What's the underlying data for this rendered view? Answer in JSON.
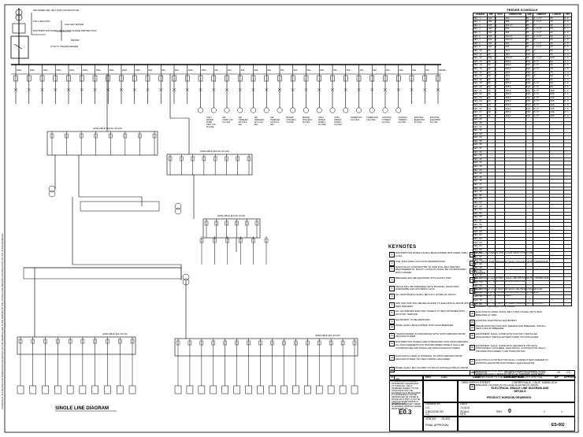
{
  "schedule": {
    "title": "FEEDER SCHEDULE",
    "columns": [
      "FEEDER",
      "AMP",
      "SETS",
      "CONDUCTOR",
      "GND",
      "CONDUIT",
      "LENGTH",
      "VD%"
    ],
    "rows": [
      [
        "SEF-1",
        "100",
        "1",
        "3#1",
        "#6",
        "1-1/2\"",
        "65",
        "0.8"
      ],
      [
        "SEF-2",
        "100",
        "1",
        "3#1",
        "#6",
        "1-1/2\"",
        "70",
        "0.9"
      ],
      [
        "SEF-3",
        "125",
        "1",
        "3#1/0",
        "#6",
        "2\"",
        "80",
        "1.0"
      ],
      [
        "SEF-4",
        "100",
        "1",
        "3#1",
        "#6",
        "1-1/2\"",
        "55",
        "0.7"
      ],
      [
        "SEF-5",
        "100",
        "1",
        "3#1",
        "#6",
        "1-1/2\"",
        "60",
        "0.8"
      ],
      [
        "SEF-6",
        "225",
        "1",
        "4#4/0",
        "#4",
        "2-1/2\"",
        "90",
        "1.1"
      ],
      [
        "SEF-7",
        "200",
        "1",
        "4#3/0",
        "#6",
        "2\"",
        "85",
        "1.0"
      ],
      [
        "SEF-8",
        "100",
        "1",
        "3#1",
        "#6",
        "1-1/2\"",
        "40",
        "0.5"
      ],
      [
        "SEF-9",
        "100",
        "1",
        "3#1",
        "#6",
        "1-1/2\"",
        "45",
        "0.6"
      ],
      [
        "SEF-10",
        "60",
        "1",
        "3#4",
        "#10",
        "1\"",
        "50",
        "0.9"
      ],
      [
        "SEF-11",
        "60",
        "1",
        "3#4",
        "#10",
        "1\"",
        "55",
        "1.0"
      ],
      [
        "SEF-12",
        "400",
        "2",
        "4#3/0",
        "#3",
        "2-1/2\"",
        "110",
        "1.2"
      ],
      [
        "SEF-13",
        "30",
        "1",
        "3#10",
        "#10",
        "3/4\"",
        "60",
        "1.4"
      ],
      [
        "SEF-14",
        "30",
        "1",
        "3#10",
        "#10",
        "3/4\"",
        "65",
        "1.5"
      ],
      [
        "SEF-15",
        "30",
        "1",
        "3#10",
        "#10",
        "3/4\"",
        "70",
        "1.6"
      ],
      [
        "SEF-16",
        "60",
        "1",
        "3#4",
        "#10",
        "1\"",
        "75",
        "1.2"
      ],
      [
        "SEF-17",
        "60",
        "1",
        "3#4",
        "#10",
        "1\"",
        "80",
        "1.3"
      ],
      [
        "SEF-18",
        "60",
        "1",
        "3#4",
        "#10",
        "1\"",
        "85",
        "1.4"
      ],
      [
        "SEF-19",
        "30",
        "1",
        "3#10",
        "#10",
        "3/4\"",
        "90",
        "1.8"
      ],
      [
        "SEF-20",
        "30",
        "1",
        "3#10",
        "#10",
        "3/4\"",
        "95",
        "1.9"
      ],
      [
        "SEF-21",
        "30",
        "1",
        "3#10",
        "#10",
        "3/4\"",
        "100",
        "2.0"
      ],
      [
        "SEF-22",
        "30",
        "1",
        "3#10",
        "#10",
        "3/4\"",
        "105",
        "2.1"
      ],
      [
        "SEF-23",
        "20",
        "1",
        "3#12",
        "#12",
        "3/4\"",
        "110",
        "2.3"
      ],
      [
        "SEF-24",
        "20",
        "1",
        "3#12",
        "#12",
        "3/4\"",
        "115",
        "2.4"
      ],
      [
        "SEF-25",
        "20",
        "1",
        "3#12",
        "#12",
        "3/4\"",
        "120",
        "2.5"
      ],
      [
        "SEF-26",
        "20",
        "1",
        "3#12",
        "#12",
        "3/4\"",
        "125",
        "2.6"
      ],
      [
        "SEF-27",
        "20",
        "1",
        "3#12",
        "#12",
        "3/4\"",
        "130",
        "2.7"
      ],
      [
        "SEF-28",
        "20",
        "1",
        "3#12",
        "#12",
        "3/4\"",
        "135",
        "2.8"
      ],
      [
        "SEF-29",
        "",
        "",
        "",
        "",
        "",
        "",
        ""
      ],
      [
        "SEF-30",
        "",
        "",
        "",
        "",
        "",
        "",
        ""
      ],
      [
        "SEF-31",
        "",
        "",
        "",
        "",
        "",
        "",
        ""
      ],
      [
        "SEF-32",
        "",
        "",
        "",
        "",
        "",
        "",
        ""
      ],
      [
        "SEF-33",
        "",
        "",
        "",
        "",
        "",
        "",
        ""
      ],
      [
        "SEF-34",
        "",
        "",
        "",
        "",
        "",
        "",
        ""
      ],
      [
        "SEF-35",
        "",
        "",
        "",
        "",
        "",
        "",
        ""
      ],
      [
        "SEF-36",
        "",
        "",
        "",
        "",
        "",
        "",
        ""
      ],
      [
        "SEF-37",
        "",
        "",
        "",
        "",
        "",
        "",
        ""
      ],
      [
        "SEF-38",
        "",
        "",
        "",
        "",
        "",
        "",
        ""
      ],
      [
        "SEF-39",
        "",
        "",
        "",
        "",
        "",
        "",
        ""
      ],
      [
        "SEF-40",
        "",
        "",
        "",
        "",
        "",
        "",
        ""
      ],
      [
        "SEF-41",
        "",
        "",
        "",
        "",
        "",
        "",
        ""
      ],
      [
        "SEF-42",
        "",
        "",
        "",
        "",
        "",
        "",
        ""
      ],
      [
        "SEF-43",
        "",
        "",
        "",
        "",
        "",
        "",
        ""
      ],
      [
        "SEF-44",
        "",
        "",
        "",
        "",
        "",
        "",
        ""
      ],
      [
        "SEF-45",
        "",
        "",
        "",
        "",
        "",
        "",
        ""
      ],
      [
        "SEF-46",
        "",
        "",
        "",
        "",
        "",
        "",
        ""
      ],
      [
        "SEF-47",
        "",
        "",
        "",
        "",
        "",
        "",
        ""
      ],
      [
        "SEF-48",
        "",
        "",
        "",
        "",
        "",
        "",
        ""
      ],
      [
        "SEF-49",
        "",
        "",
        "",
        "",
        "",
        "",
        ""
      ],
      [
        "SEF-50",
        "",
        "",
        "",
        "",
        "",
        "",
        ""
      ],
      [
        "SEF-51",
        "",
        "",
        "",
        "",
        "",
        "",
        ""
      ],
      [
        "SEF-52",
        "",
        "",
        "",
        "",
        "",
        "",
        ""
      ],
      [
        "SEF-53",
        "",
        "",
        "",
        "",
        "",
        "",
        ""
      ],
      [
        "SEF-54",
        "",
        "",
        "",
        "",
        "",
        "",
        ""
      ],
      [
        "SEF-55",
        "",
        "",
        "",
        "",
        "",
        "",
        ""
      ],
      [
        "SEF-56",
        "",
        "",
        "",
        "",
        "",
        "",
        ""
      ],
      [
        "SEF-57",
        "",
        "",
        "",
        "",
        "",
        "",
        ""
      ],
      [
        "SEF-58",
        "",
        "",
        "",
        "",
        "",
        "",
        ""
      ],
      [
        "SEF-59",
        "",
        "",
        "",
        "",
        "",
        "",
        ""
      ],
      [
        "SEF-60",
        "",
        "",
        "",
        "",
        "",
        "",
        ""
      ],
      [
        "SEF-61",
        "",
        "",
        "",
        "",
        "",
        "",
        ""
      ],
      [
        "SEF-62",
        "",
        "",
        "",
        "",
        "",
        "",
        ""
      ],
      [
        "SEF-63",
        "",
        "",
        "",
        "",
        "",
        "",
        ""
      ],
      [
        "SEF-64",
        "",
        "",
        "",
        "",
        "",
        "",
        ""
      ],
      [
        "SEF-65",
        "",
        "",
        "",
        "",
        "",
        "",
        ""
      ],
      [
        "SEF-66",
        "",
        "",
        "",
        "",
        "",
        "",
        ""
      ],
      [
        "SEF-67",
        "",
        "",
        "",
        "",
        "",
        "",
        ""
      ],
      [
        "SEF-68",
        "",
        "",
        "",
        "",
        "",
        "",
        ""
      ],
      [
        "SEF-69",
        "",
        "",
        "",
        "",
        "",
        "",
        ""
      ],
      [
        "SEF-70",
        "",
        "",
        "",
        "",
        "",
        "",
        ""
      ],
      [
        "SEF-71",
        "",
        "",
        "",
        "",
        "",
        "",
        ""
      ],
      [
        "SEF-72",
        "",
        "",
        "",
        "",
        "",
        "",
        ""
      ],
      [
        "SEF-73",
        "",
        "",
        "",
        "",
        "",
        "",
        ""
      ],
      [
        "SEF-74",
        "",
        "",
        "",
        "",
        "",
        "",
        ""
      ],
      [
        "SEF-75",
        "",
        "",
        "",
        "",
        "",
        "",
        ""
      ],
      [
        "SEF-76",
        "",
        "",
        "",
        "",
        "",
        "",
        ""
      ],
      [
        "SEF-77",
        "",
        "",
        "",
        "",
        "",
        "",
        ""
      ],
      [
        "SEF-78",
        "",
        "",
        "",
        "",
        "",
        "",
        ""
      ],
      [
        "SEF-79",
        "",
        "",
        "",
        "",
        "",
        "",
        ""
      ],
      [
        "SEF-80",
        "",
        "",
        "",
        "",
        "",
        "",
        ""
      ]
    ]
  },
  "keynotes": {
    "title": "KEYNOTES",
    "items": [
      {
        "n": "1",
        "text": "DISTRIBUTION PANELS SHALL BE EQUIPPED WITH FEED THRU LUGS."
      },
      {
        "n": "2",
        "text": "USE INSULATED LUGS FOR TERMINATIONS."
      },
      {
        "n": "3",
        "text": "ELECTRICAL CONTRACTOR TO SIZE PULL BOX PER NEC REQUIREMENTS. EXACT LOCATION SHALL BE COORDINATED WITH OWNER."
      },
      {
        "n": "4",
        "text": "BREAKER WILL BE EQUIPPED WITH SHUNT TRIP."
      },
      {
        "n": "5",
        "text": "SPACE WILL BE PREPARED WITH BUSSING, MOUNTING HARDWARE AND INCOMING LUGS."
      },
      {
        "n": "6",
        "text": "ALL NEW PANELS SHALL BE FULLY RATED AT 42KAIC."
      },
      {
        "n": "7",
        "text": "SPD AND MVB WILL BE RELOCATED TO ELECTRICAL ROOM WITH NEW FEEDERS."
      },
      {
        "n": "8",
        "text": "ALL SCHNEIDER ELECTRIC PANELS TO BE FURNISHED WITH FACTORY SERVICE."
      },
      {
        "n": "9",
        "text": "EQUIPMENT TO BE REMOVED."
      },
      {
        "n": "10",
        "text": "PANEL SHALL BE EQUIPPED WITH MAIN BREAKER."
      },
      {
        "n": "11",
        "text": "TRANSFORMER IS INTEGRATED WITH SWITCHBOARD FROM MANUFACTURER."
      },
      {
        "n": "12",
        "text": "DISTRIBUTION PANELS ARE INTEGRATED INTO SWITCHBOARD. ALL MAIN FEEDERS FOR TRANSFORMER PANELS SHALL BE COORDINATED AND INSTALLED FROM MANUFACTURER."
      },
      {
        "n": "13",
        "text": "ELECTRICAL FEED IS INTERNAL TO SWITCHBOARD FROM MANUFACTURER. NO FIELD WIRING REQUIRED."
      },
      {
        "n": "14",
        "text": "PANEL SHALL BE LOCATED ON 2ND FLOOR ELECTRICAL ROOM."
      },
      {
        "n": "15",
        "text": "PANEL LOCATED IN 4TH FLOOR ALTERNATIVE REMOTE ROOM 415."
      },
      {
        "n": "16",
        "text": "PANEL LOCATED IN 2ND FLOOR WEST ROOM 218."
      },
      {
        "n": "17",
        "text": "ALL SPACE FOR BREAKERS SHALL INCLUDE BUSS HARDWARE."
      },
      {
        "n": "18",
        "text": "DISCONNECT SWITCH SHALL BE EQUIPPED WITH PADLOCKABLE HANDLE."
      },
      {
        "n": "19",
        "text": "ELECTRICAL EQUIPMENT SHALL BE PROVIDED BY OWNER AND INSTALLED BY ELECTRICAL CONTRACTOR."
      },
      {
        "n": "20",
        "text": "ELECTRICAL CONTRACTOR SHALL BE RESPONSIBLE FOR REMOVAL AND STORAGE OF ALL ELECTRICAL PANELS, SWITCHGEAR AND EQUIPMENT."
      },
      {
        "n": "21",
        "text": "ELECTRICAL CONTRACTOR SHALL REMOVE ALL EXISTING CONDUCTORS BACK TO SOURCE."
      },
      {
        "n": "22",
        "text": "ELECTRICAL PANEL SHALL BE A 3 BOLT PANEL WITH 400A BREAKER AT 480V."
      },
      {
        "n": "23",
        "text": "EXISTING ELECTRICAL EQUIPMENT."
      },
      {
        "n": "24",
        "text": "REUSE EXISTING 100A MVF FEEDER AND BREAKER. INSTALL NEW 4-20A 3P BREAKER."
      },
      {
        "n": "25",
        "text": "EQUIPMENT SHALL COME WITH FACTORY INSTALLED DISCONNECT SWITCH EITHER FUSED OR NON-FUSED."
      },
      {
        "n": "26",
        "text": "EQUIPMENT SHALL COME WITH SEPARATE VFD WITH DISCONNECT AVAILABLE. ELECTRICAL CONTRACTOR SHALL PROVIDE DISCONNECT AND PUMP MOTOR."
      },
      {
        "n": "27",
        "text": "ELECTRICAL CONTRACTOR SHALL CONNECT NEW FEEDER TO EXISTING ELEVATOR DISCONNECT AND ELEVATOR."
      },
      {
        "n": "28",
        "text": "ELECTRICAL CONTRACTOR SHALL BE RESPONSIBLE TO NOT ENERGIZE FAULT SENSOR UNTIL ALL FEEDERS HAVE BEEN TESTED PRIOR TO THE EQUIPMENT BEING PUT INTO USE."
      },
      {
        "n": "29",
        "text": "BREAKER LOCATED IN 4TH LEVEL ELECTRICAL ROOM."
      }
    ]
  },
  "diagram": {
    "title": "SINGLE LINE DIAGRAM",
    "utility": "UTILITY TRANSFORMER",
    "meter": "METER",
    "main_labels": [
      "PROVIDED SEL 48-2 FOR CONTRACTOR",
      "PULL SECTION",
      "DISTRIBUTION PANEL WITH TVSS SURGE PROTECTION",
      "CHILLED WATER"
    ],
    "panels": {
      "dp1": "AVAILABLE 3kA SC 20-120",
      "dp2": "AVAILABLE 3kA SC 20-120",
      "dp3": "AVAILABLE 3kA SC 20,52",
      "dp4": "AVAILABLE 3kA 15,012",
      "dp5": "AVAILABLE 3kA 15,012"
    },
    "bus_top_labels": [
      "400A",
      "100A",
      "100A",
      "100A",
      "100A",
      "125A",
      "100A",
      "100A",
      "100A",
      "100A",
      "60A",
      "60A",
      "60A",
      "400A",
      "100A",
      "30A",
      "30A",
      "30A",
      "30A",
      "30A",
      "30A",
      "60A",
      "60A",
      "60A",
      "30A",
      "30A",
      "30A",
      "30A",
      "30A",
      "30A",
      "30A",
      "20A",
      "SPARE"
    ],
    "mech_loads": [
      "CHILL WATER PUMP CWP-1 60 FLA 52A",
      "AIR COMP-1 30 FLA 30A",
      "AIR HANDLER AH-1 FLA 52A",
      "AIR HANDLER AH-2 FLA 52A",
      "AIR HANDLER AH-3 FLA 52A",
      "BOILER CHILLER 1 FLA 52A",
      "BOILER CHILLER 2 FLA 52A",
      "CHILL WATER PUMP 2 FLA 52A",
      "CHILL WATER PUMP 3 FLA 52A",
      "TOWER FAN 1 FLA 52A",
      "TOWER FAN 2 FLA 52A",
      "COOLING TOWER 1 FLA 52A",
      "COOLING TOWER 2 FLA 52A",
      "EXISTING ELEVATOR FLA 40A",
      "EXISTING ELEVATOR FLA 40A"
    ]
  },
  "title_block": {
    "revision_header": [
      "REV",
      "CDC",
      "DATE",
      "DESCRIPTION",
      "BY",
      "APPRVD"
    ],
    "revision_row": [
      "",
      "",
      "09/04/2015",
      "ISSUED FOR CONSTRUCTION",
      "JV",
      "CC"
    ],
    "disclaimer": "THIS DOCUMENT CONTAINS PROPRIETARY INFORMATION OF FORMA INC. AND IS TENDERED SUBJECT TO THE CONDITIONS THAT THE INFORMATION (a) BE RETAINED IN CONFIDENCE (b) NOT BE REPRODUCED OR COPIED IN WHOLE OR IN PART, (c) NOT BE USED OR INCORPORATED IN ANY PRODUCT EXCEPT UNDER AN EXPRESS WRITTEN LICENSE FROM FORMA INC.",
    "address": "4500 NORTH STREET",
    "city": "CHERRYVALE, CALIF. 94608-1019",
    "drawing_title": "ELECTRICAL SINGLE LINE DIAGRAM AND DETAILS",
    "project": "PRODUCT HORIZON DRAWINGS",
    "sheet_label": "SHEET NO.",
    "sheet_no": "E0.3",
    "drawn_by_label": "DRAWN BY",
    "drawn_by": "CC",
    "date_label": "DATE",
    "date": "7/14/15",
    "checked_label": "CHECKED BY",
    "checked": "CC",
    "scale_label": "SCALE",
    "scale": "NTS",
    "job_label": "JOB NO.",
    "job": "15-002",
    "sheet_of": "1",
    "sheet_total": "1",
    "rev_label": "REV",
    "rev": "0",
    "approval_label": "FINAL APPROVAL",
    "code": "ES-002",
    "side_note": "CONDITIONS: ALL PRODUCTION DIMENSIONS AND DETAILS ON THIS DRAWING ARE TO BE VERIFIED BY THE CONTRACTOR BEFORE CONSTRUCTION. DO NOT SCALE DRAWINGS."
  }
}
